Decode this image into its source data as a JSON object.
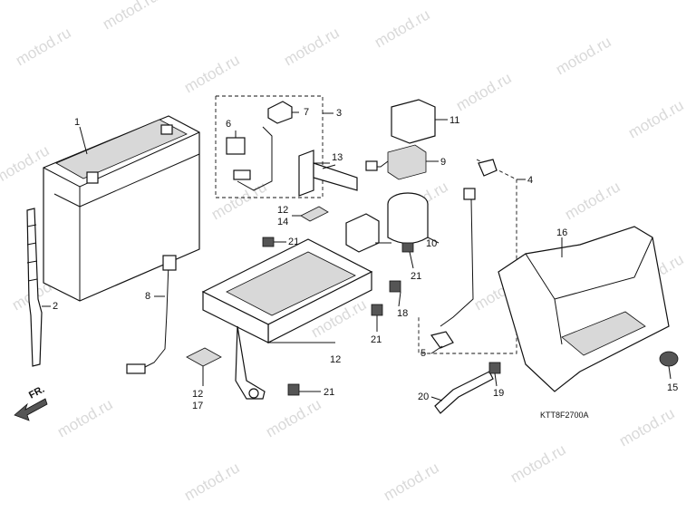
{
  "watermark": "motod.ru",
  "front_indicator": "FR.",
  "diagram_code": "KTT8F2700A",
  "callouts": {
    "c1": "1",
    "c2": "2",
    "c3": "3",
    "c4": "4",
    "c5": "5",
    "c6": "6",
    "c7": "7",
    "c8": "8",
    "c9": "9",
    "c10": "10",
    "c11": "11",
    "c12a": "12",
    "c12b": "12",
    "c12c": "12",
    "c13": "13",
    "c14": "14",
    "c15": "15",
    "c16": "16",
    "c17": "17",
    "c18": "18",
    "c19": "19",
    "c20": "20",
    "c21a": "21",
    "c21b": "21",
    "c21c": "21",
    "c21d": "21"
  }
}
